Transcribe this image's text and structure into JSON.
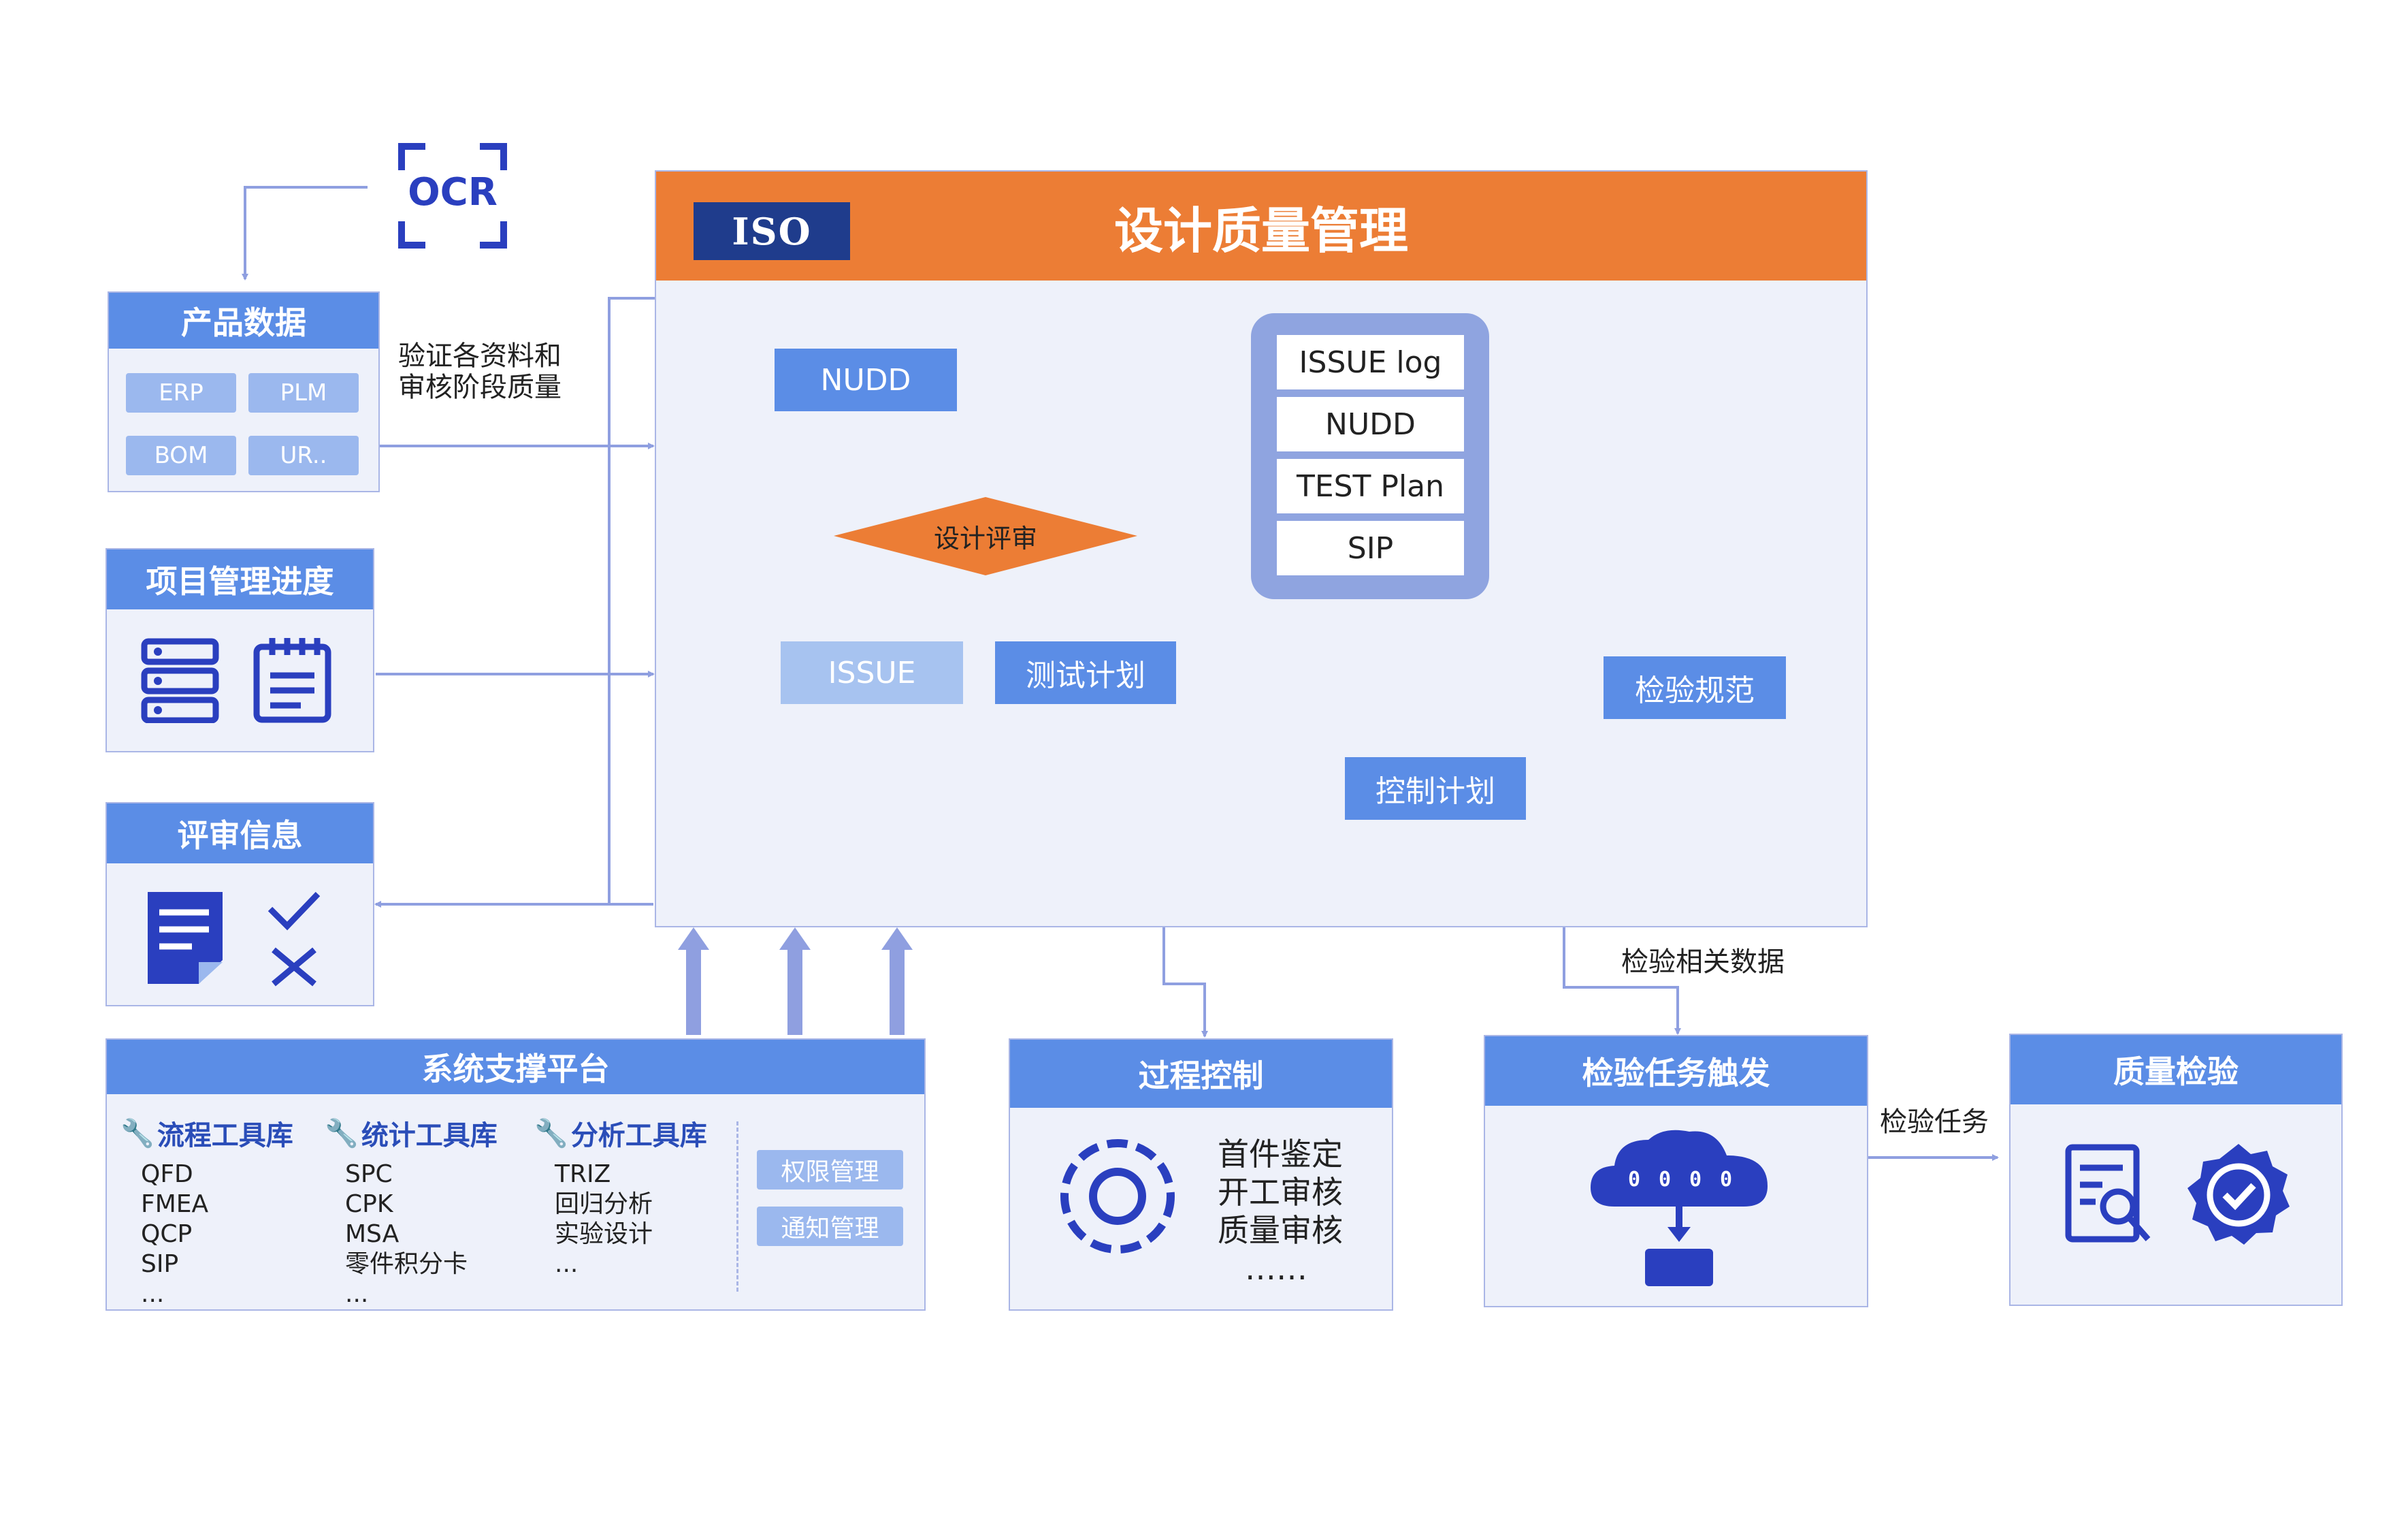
{
  "ocr": {
    "label": "OCR"
  },
  "product_data": {
    "title": "产品数据",
    "chips": [
      "ERP",
      "PLM",
      "BOM",
      "UR.."
    ]
  },
  "verify_note": [
    "验证各资料和",
    "审核阶段质量"
  ],
  "project_progress": {
    "title": "项目管理进度"
  },
  "review_info": {
    "title": "评审信息"
  },
  "main": {
    "title": "设计质量管理",
    "logo": "ISO",
    "nudd": "NUDD",
    "design_review": "设计评审",
    "issue": "ISSUE",
    "test_plan": "测试计划",
    "control_plan": "控制计划",
    "inspection_spec": "检验规范",
    "issue_list": [
      "ISSUE log",
      "NUDD",
      "TEST Plan",
      "SIP"
    ]
  },
  "platform": {
    "title": "系统支撑平台",
    "groups": [
      {
        "title": "流程工具库",
        "items": [
          "QFD",
          "FMEA",
          "QCP",
          "SIP",
          "..."
        ]
      },
      {
        "title": "统计工具库",
        "items": [
          "SPC",
          "CPK",
          "MSA",
          "零件积分卡",
          "..."
        ]
      },
      {
        "title": "分析工具库",
        "items": [
          "TRIZ",
          "回归分析",
          "实验设计",
          "..."
        ]
      }
    ],
    "buttons": [
      "权限管理",
      "通知管理"
    ]
  },
  "process_control": {
    "title": "过程控制",
    "items": [
      "首件鉴定",
      "开工审核",
      "质量审核",
      "……"
    ]
  },
  "inspect_trigger": {
    "title": "检验任务触发",
    "edge_label": "检验相关数据"
  },
  "inspect_task_label": "检验任务",
  "quality_inspection": {
    "title": "质量检验"
  }
}
